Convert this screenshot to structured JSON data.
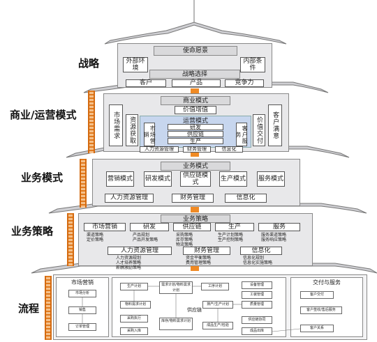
{
  "tiers": {
    "strategy": "战略",
    "business_ops": "商业/运营模式",
    "business_model": "业务模式",
    "business_strategy": "业务策略",
    "process": "流程"
  },
  "roof": {
    "mission": "使命愿景",
    "external": "外部环境",
    "internal": "内部条件",
    "choice": "战略选择",
    "customer": "客户",
    "product": "产品",
    "competitiveness": "竞争力"
  },
  "business_ops": {
    "title": "商业模式",
    "value": "价值增值",
    "market_demand": "市场需求",
    "resource": "资源获取",
    "ops_title": "运营模式",
    "marketing": "市场营销",
    "rd": "研发",
    "supply": "供应链",
    "production": "生产",
    "customer_service": "客户服务",
    "value_delivery": "价值交付",
    "satisfaction": "客户满意",
    "hr": "人力资源管理",
    "finance": "财务管理",
    "it": "信息化"
  },
  "business_model": {
    "title": "业务模式",
    "items": [
      "营销模式",
      "研发模式",
      "供应链模式",
      "生产模式",
      "服务模式"
    ],
    "hr": "人力资源管理",
    "finance": "财务管理",
    "it": "信息化"
  },
  "business_strategy": {
    "title": "业务策略",
    "items": [
      "市场营销",
      "研发",
      "供应链",
      "生产",
      "服务"
    ],
    "details": [
      [
        "渠道策略",
        "定价策略"
      ],
      [
        "产品规划",
        "产品开发策略"
      ],
      [
        "采购策略",
        "库存策略",
        "物流策略"
      ],
      [
        "生产计划策略",
        "生产控制策略"
      ],
      [
        "服务渠道策略",
        "服务响应策略"
      ]
    ],
    "hr": "人力资源管理",
    "hr_details": [
      "人力资源规划",
      "人才培养策略",
      "薪酬激励策略"
    ],
    "finance": "财务管理",
    "finance_details": [
      "资金平衡策略",
      "费用管理策略"
    ],
    "it": "信息化",
    "it_details": [
      "信息化规划",
      "信息化实施策略"
    ]
  },
  "process": {
    "left_title": "市场营销",
    "right_title": "交付与服务",
    "supply_label": "供应链",
    "left_boxes": [
      "市场分析",
      "销售",
      "订单管理"
    ],
    "mid_boxes": [
      "生产计划",
      "物料需求计划",
      "采购执行",
      "采购入库"
    ],
    "core_boxes": [
      "需求计划/物料需求计划",
      "库存/物料需求计划",
      "工序计划",
      "排产/生产计划",
      "成品生产/检验"
    ],
    "right_boxes": [
      "设备管理",
      "工装管理",
      "质量管理",
      "供应链协同",
      "成品出库"
    ],
    "delivery_boxes": [
      "客户交付",
      "客户签收/售后服务",
      "客户关系"
    ]
  }
}
